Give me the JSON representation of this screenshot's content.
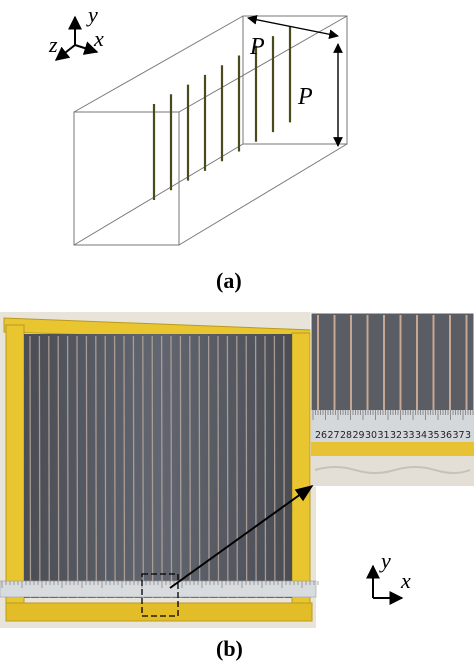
{
  "panel_a": {
    "caption": "(a)",
    "axes": {
      "y": "y",
      "z": "z",
      "x": "x"
    },
    "period_top": "P",
    "period_side": "P",
    "fiber_count": 9,
    "fiber_color": "#4a4a1c"
  },
  "panel_b": {
    "caption": "(b)",
    "axes": {
      "y": "y",
      "x": "x"
    },
    "fiber_count": 28,
    "frame_color": "#e9c530",
    "mesh_color": "#55585e",
    "ruler_numbers": [
      "26",
      "27",
      "28",
      "29",
      "30",
      "31",
      "32",
      "33",
      "34",
      "35",
      "36",
      "37",
      "3"
    ]
  }
}
